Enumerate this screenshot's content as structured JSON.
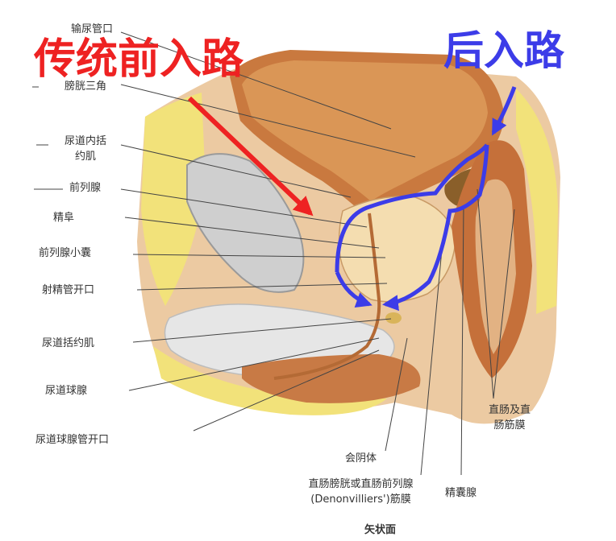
{
  "colors": {
    "anterior_arrow": "#ee2222",
    "posterior_path": "#3c3ce8",
    "tissue": "#e8c49a",
    "fat": "#f0e070",
    "muscle": "#c06a35",
    "bladder": "#d68a4a",
    "bone": "#c8c8c8"
  },
  "overlay": {
    "anterior_route": "传统前入路",
    "posterior_route": "后入路"
  },
  "labels": {
    "vas_deferens_ampulla": "输尿管口",
    "bladder_trigone": "膀胱三角",
    "internal_sphincter_line1": "尿道内括",
    "internal_sphincter_line2": "约肌",
    "prostate": "前列腺",
    "verumontanum": "精阜",
    "prostatic_utricle": "前列腺小囊",
    "ejaculatory_duct_opening": "射精管开口",
    "urethral_sphincter": "尿道括约肌",
    "bulbourethral_gland": "尿道球腺",
    "bulbourethral_duct_opening": "尿道球腺管开口",
    "perineal_body": "会阴体",
    "denonvilliers_line1": "直肠膀胱或直肠前列腺",
    "denonvilliers_line2": "(Denonvilliers')筋膜",
    "seminal_vesicle": "精囊腺",
    "rectum_fascia_line1": "直肠及直",
    "rectum_fascia_line2": "肠筋膜",
    "sagittal_plane": "矢状面"
  }
}
